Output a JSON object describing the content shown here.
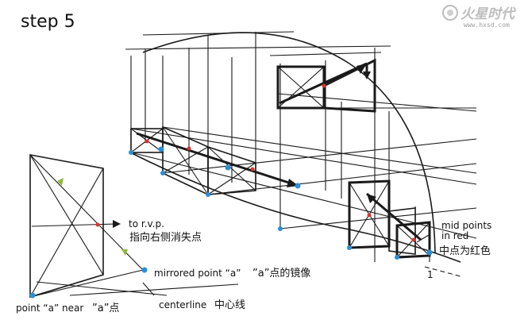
{
  "step_title": "step 5",
  "watermark": {
    "brand": "火星时代",
    "url": "www.hxsd.com"
  },
  "labels": {
    "to_rvp": "to r.v.p.",
    "to_rvp_cn": "指向右侧消失点",
    "mirrored_point": "mirrored point “a”",
    "mirrored_point_cn": "”a”点的镜像",
    "point_a": "point “a” near",
    "point_a_cn": "”a”点",
    "centerline": "centerline",
    "centerline_cn": "中心线",
    "mid_points_line1": "mid points",
    "mid_points_line2": "in red",
    "mid_points_cn": "中点为红色",
    "small_mark": "1"
  },
  "colors": {
    "ink": "#1a1a1a",
    "point_blue": "#2a8fd6",
    "point_red": "#e0322a",
    "point_green": "#8fb93a",
    "watermark": "#bdbdbd"
  }
}
